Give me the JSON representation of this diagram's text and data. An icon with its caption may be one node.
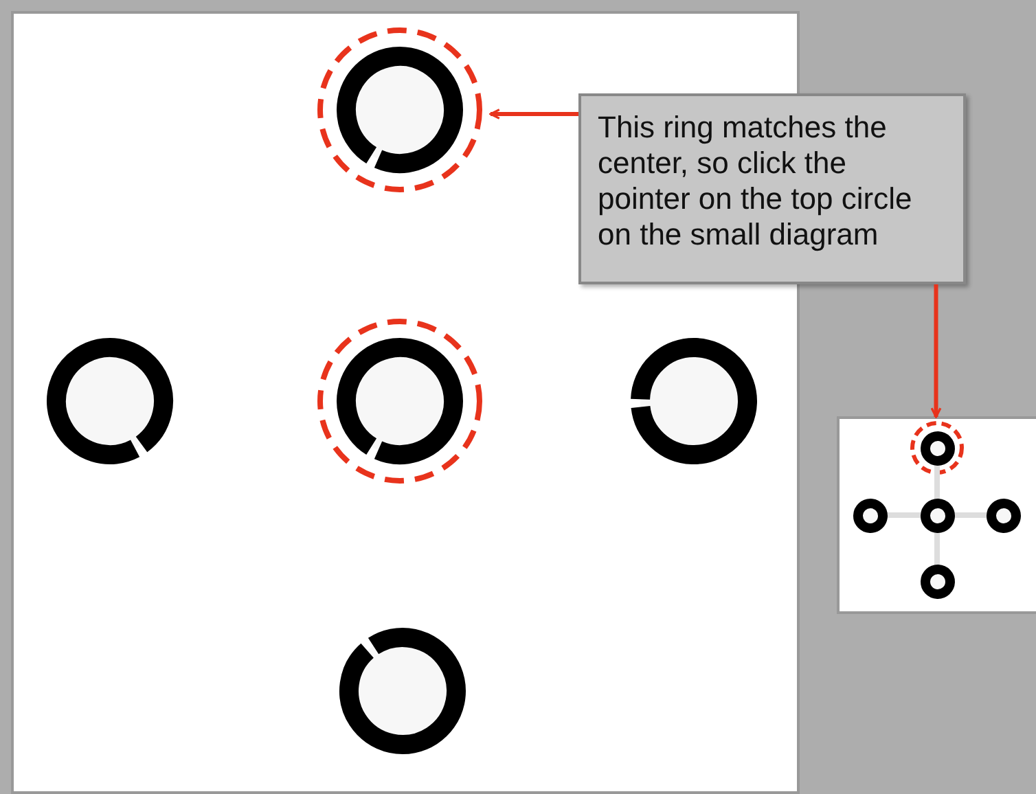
{
  "diagram": {
    "nodes": [
      {
        "text": [
          "This ring matches the center, so click the pointer on the top circle on the small diagram"
        ]
      },
      {
        "text": [],
        "shape": "circle"
      },
      {
        "text": [],
        "shape": "circle"
      }
    ],
    "edges": [
      {
        "from": 0,
        "to": 1,
        "arrow": "to"
      },
      {
        "from": 0,
        "to": 2,
        "arrow": "to"
      }
    ]
  }
}
